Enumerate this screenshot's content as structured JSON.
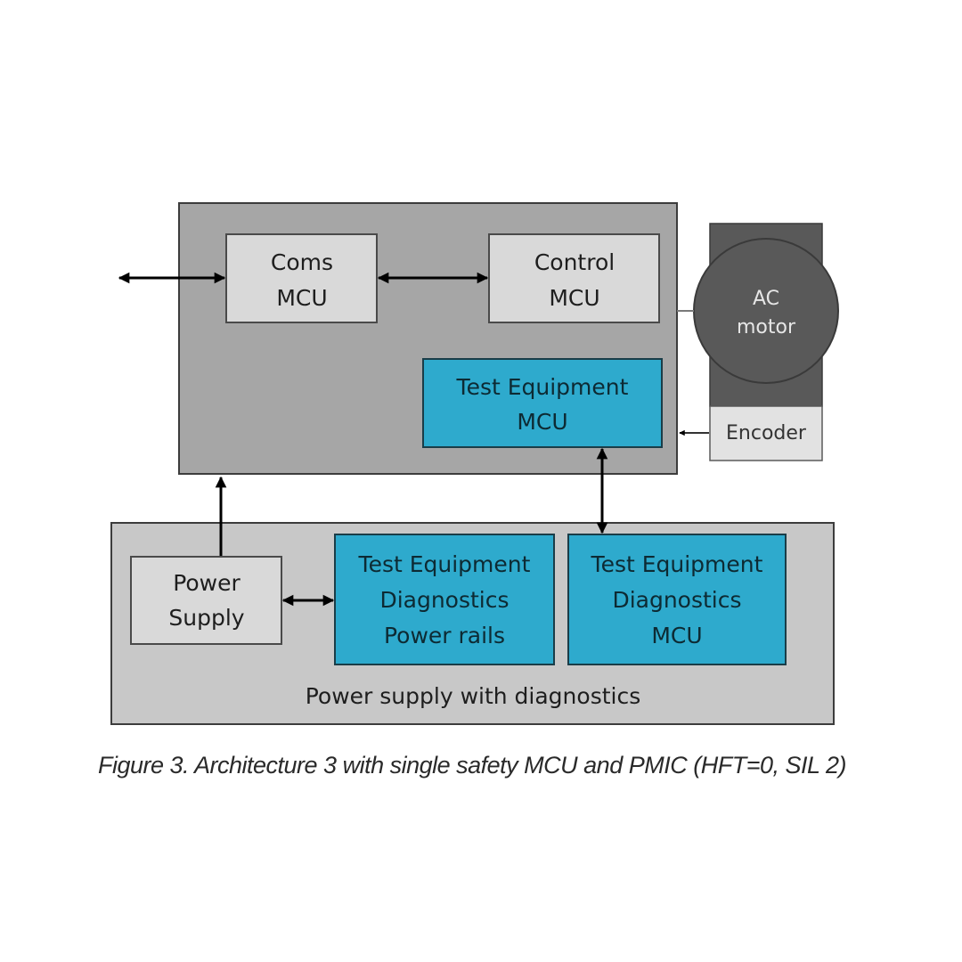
{
  "diagram": {
    "controller_block": {
      "coms_mcu": [
        "Coms",
        "MCU"
      ],
      "control_mcu": [
        "Control",
        "MCU"
      ],
      "test_equipment_mcu": [
        "Test Equipment",
        "MCU"
      ]
    },
    "motor": {
      "ac_motor": [
        "AC",
        "motor"
      ],
      "encoder": "Encoder"
    },
    "power_block": {
      "label": "Power supply with diagnostics",
      "power_supply": [
        "Power",
        "Supply"
      ],
      "diag_power_rails": [
        "Test Equipment",
        "Diagnostics",
        "Power rails"
      ],
      "diag_mcu": [
        "Test Equipment",
        "Diagnostics",
        "MCU"
      ]
    },
    "caption": "Figure 3. Architecture 3 with single safety MCU and PMIC (HFT=0, SIL 2)"
  },
  "colors": {
    "controller_fill": "#a6a6a6",
    "inner_box_fill": "#d9d9d9",
    "teal_fill": "#2eaacd",
    "motor_fill": "#595959",
    "power_block_fill": "#c8c8c8",
    "encoder_fill": "#e2e2e2"
  }
}
